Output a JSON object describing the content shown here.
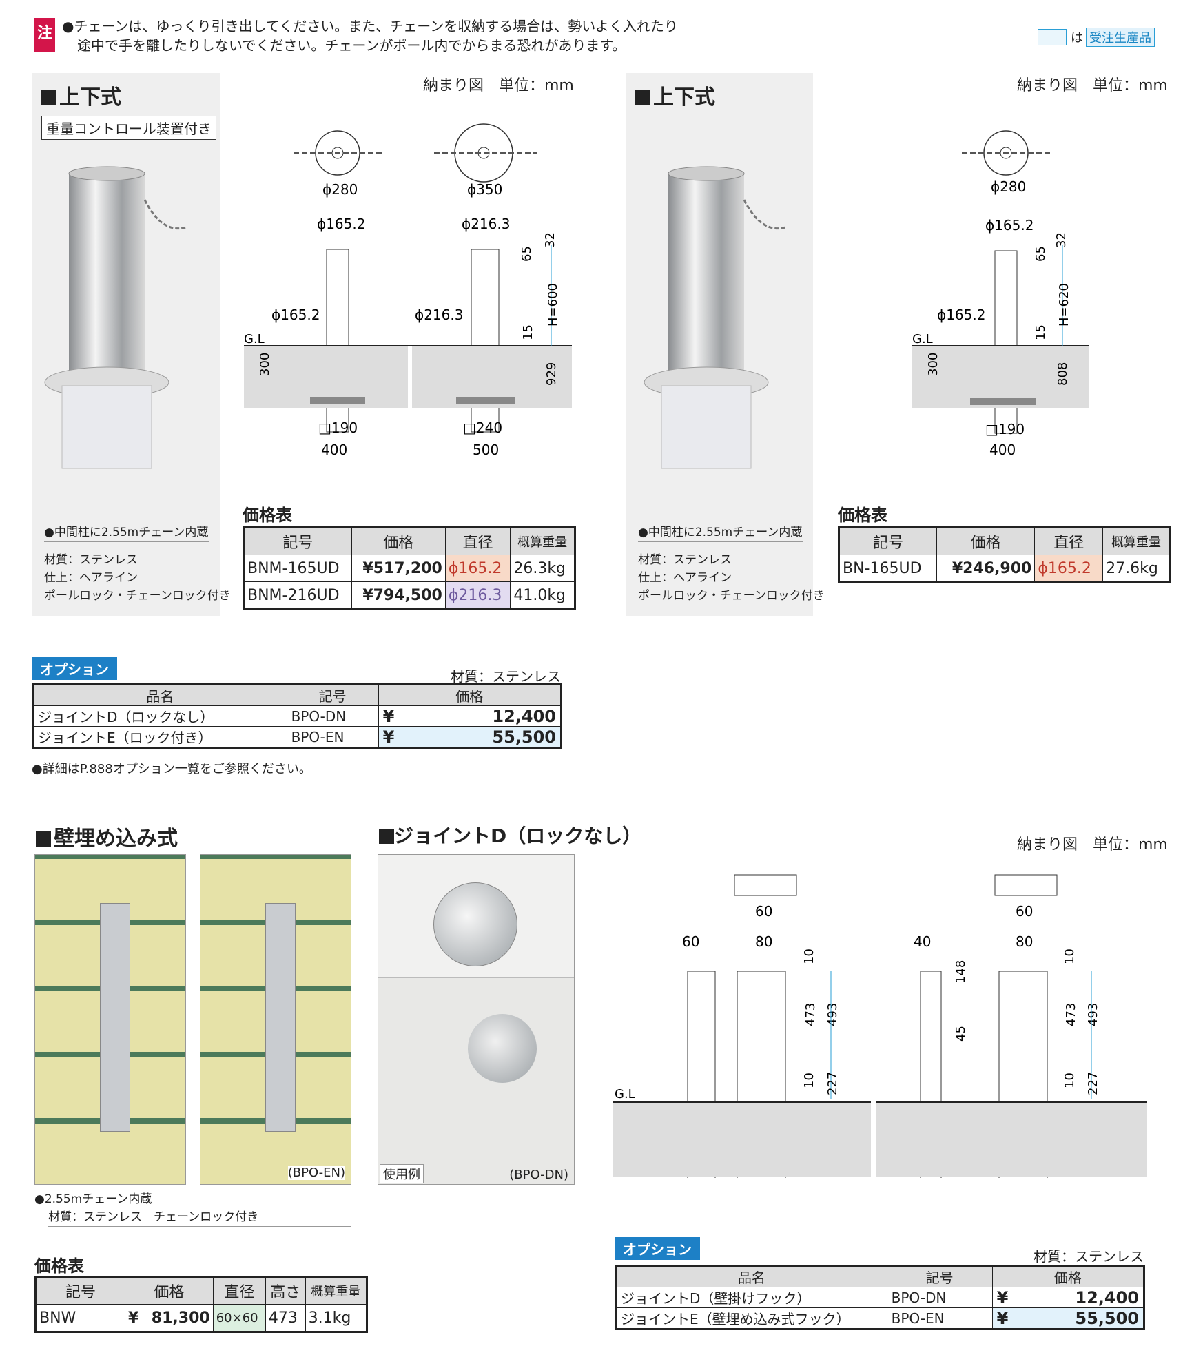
{
  "note": {
    "badge": "注",
    "line1": "●チェーンは、ゆっくり引き出してください。また、チェーンを収納する場合は、勢いよく入れたり",
    "line2": "途中で手を離したりしないでください。チェーンがポール内でからまる恐れがあります。"
  },
  "made_to_order": {
    "joiner": "は",
    "label": "受注生産品"
  },
  "section1": {
    "title": "上下式",
    "tag": "重量コントロール装置付き",
    "unit_label": "納まり図　単位：mm",
    "feature": "●中間柱に2.55mチェーン内蔵",
    "spec1": "材質：ステンレス",
    "spec2": "仕上：ヘアライン",
    "spec3": "ポールロック・チェーンロック付き",
    "price_title": "価格表",
    "table": {
      "headers": [
        "記号",
        "価格",
        "直径",
        "概算重量"
      ],
      "rows": [
        {
          "code": "BNM-165UD",
          "price": "¥517,200",
          "dia": "ϕ165.2",
          "weight": "26.3kg"
        },
        {
          "code": "BNM-216UD",
          "price": "¥794,500",
          "dia": "ϕ216.3",
          "weight": "41.0kg"
        }
      ]
    },
    "dims": {
      "a1": "ϕ280",
      "a2": "ϕ165.2",
      "a3": "ϕ165.2",
      "a4": "300",
      "a5": "□190",
      "a6": "400",
      "b1": "ϕ350",
      "b2": "ϕ216.3",
      "b3": "ϕ216.3",
      "b4": "□240",
      "b5": "500",
      "b6": "65",
      "b7": "32",
      "b8": "H=600",
      "b9": "15",
      "b10": "929",
      "gl": "G.L"
    }
  },
  "section2": {
    "title": "上下式",
    "unit_label": "納まり図　単位：mm",
    "feature": "●中間柱に2.55mチェーン内蔵",
    "spec1": "材質：ステンレス",
    "spec2": "仕上：ヘアライン",
    "spec3": "ポールロック・チェーンロック付き",
    "price_title": "価格表",
    "table": {
      "headers": [
        "記号",
        "価格",
        "直径",
        "概算重量"
      ],
      "rows": [
        {
          "code": "BN-165UD",
          "price": "¥246,900",
          "dia": "ϕ165.2",
          "weight": "27.6kg"
        }
      ]
    },
    "dims": {
      "c1": "ϕ280",
      "c2": "ϕ165.2",
      "c3": "ϕ165.2",
      "c4": "300",
      "c5": "□190",
      "c6": "400",
      "c7": "65",
      "c8": "32",
      "c9": "H=620",
      "c10": "15",
      "c11": "808",
      "gl": "G.L"
    }
  },
  "option1": {
    "badge": "オプション",
    "material": "材質：ステンレス",
    "headers": [
      "品名",
      "記号",
      "価格"
    ],
    "rows": [
      {
        "name": "ジョイントD（ロックなし）",
        "code": "BPO-DN",
        "yen": "¥",
        "price": "12,400"
      },
      {
        "name": "ジョイントE（ロック付き）",
        "code": "BPO-EN",
        "yen": "¥",
        "price": "55,500"
      }
    ],
    "footnote": "●詳細はP.888オプション一覧をご参照ください。"
  },
  "section3": {
    "title": "壁埋め込み式",
    "photo_caption": "(BPO-EN)",
    "feature": "●2.55mチェーン内蔵",
    "spec": "材質：ステンレス　チェーンロック付き",
    "price_title": "価格表",
    "table": {
      "headers": [
        "記号",
        "価格",
        "直径",
        "高さ",
        "概算重量"
      ],
      "rows": [
        {
          "code": "BNW",
          "yen": "¥",
          "price": "81,300",
          "dia": "60×60",
          "height": "473",
          "weight": "3.1kg"
        }
      ]
    }
  },
  "section4": {
    "title": "ジョイントD（ロックなし）",
    "usage": "使用例",
    "caption": "(BPO-DN)"
  },
  "section5": {
    "unit_label": "納まり図　単位：mm",
    "gl": "G.L",
    "dims": {
      "d1": "60",
      "d2": "60",
      "d3": "80",
      "d4": "10",
      "d5": "473",
      "d6": "493",
      "d7": "10",
      "d8": "227",
      "e1": "60",
      "e2": "40",
      "e3": "80",
      "e4": "148",
      "e5": "45",
      "e6": "10",
      "e7": "473",
      "e8": "493",
      "e9": "10",
      "e10": "227"
    }
  },
  "option2": {
    "badge": "オプション",
    "material": "材質：ステンレス",
    "headers": [
      "品名",
      "記号",
      "価格"
    ],
    "rows": [
      {
        "name": "ジョイントD（壁掛けフック）",
        "code": "BPO-DN",
        "yen": "¥",
        "price": "12,400"
      },
      {
        "name": "ジョイントE（壁埋め込み式フック）",
        "code": "BPO-EN",
        "yen": "¥",
        "price": "55,500"
      }
    ]
  }
}
